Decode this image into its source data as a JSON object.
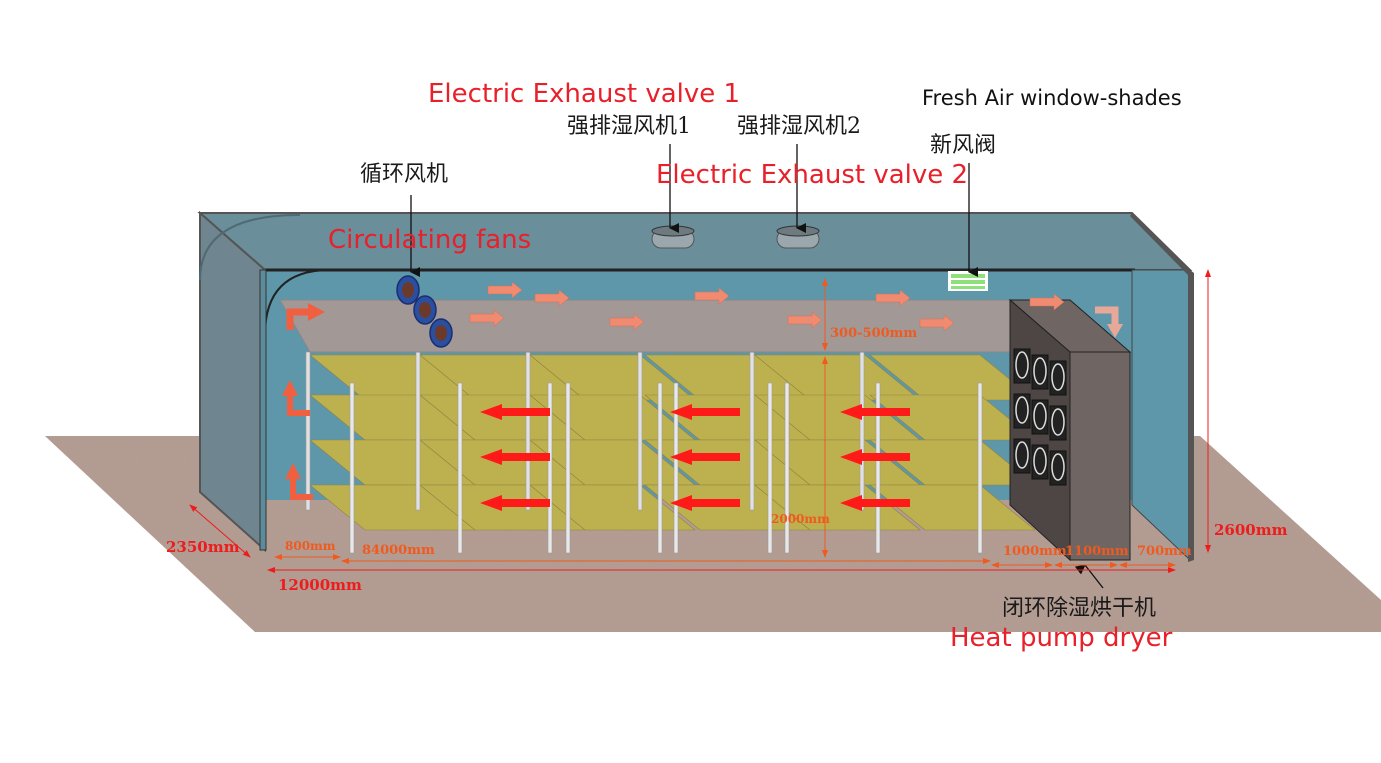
{
  "title": "Heat pump drying room layout",
  "labels": {
    "exhaust_valve_1": "Electric Exhaust valve 1",
    "exhaust_valve_2": "Electric Exhaust valve 2",
    "exhaust_fan_1_cn": "强排湿风机1",
    "exhaust_fan_2_cn": "强排湿风机2",
    "fresh_air_en": "Fresh Air window-shades",
    "fresh_air_cn": "新风阀",
    "circulating_fan_cn": "循环风机",
    "circulating_fan_en": "Circulating fans",
    "dryer_cn": "闭环除湿烘干机",
    "dryer_en": "Heat pump dryer"
  },
  "dimensions": {
    "depth": "2350mm",
    "left_gap": "800mm",
    "rack_length": "84000mm",
    "total_length": "12000mm",
    "duct_gap": "300-500mm",
    "rack_height": "2000mm",
    "dryer_front_gap": "1000mm",
    "dryer_width": "1100mm",
    "dryer_back_gap": "700mm",
    "room_height": "2600mm"
  },
  "colors": {
    "label_red": "#e8202a",
    "dimension_red": "#ee1c1c",
    "dimension_orange": "#f05a1e",
    "wall": "#6a8e9a",
    "inner_wall": "#5e97aa",
    "duct": "#a29896",
    "shelf": "#bdb14f",
    "floor": "#b39a8e",
    "dryer": "#6f6562",
    "fresh_air_vent": "#8fe07a"
  }
}
